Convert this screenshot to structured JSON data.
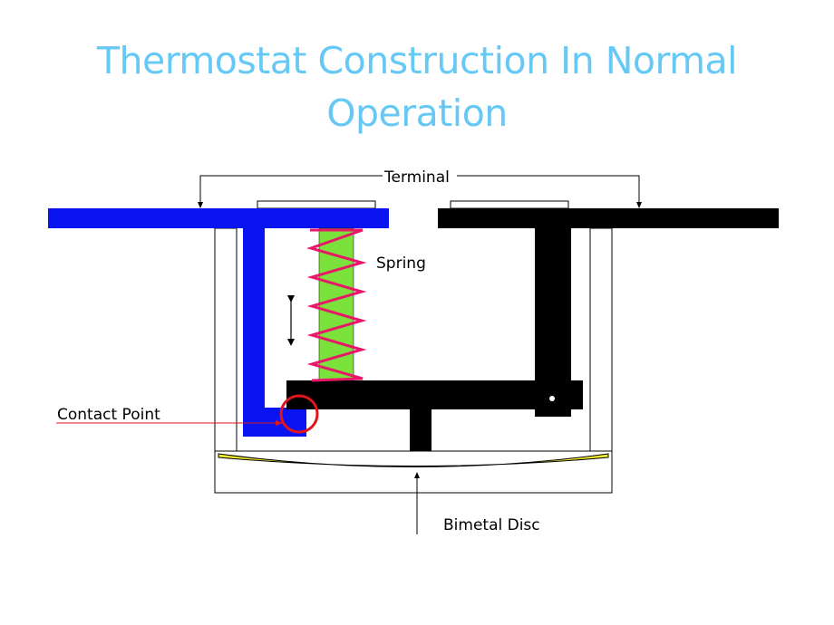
{
  "slide": {
    "title_line1": "Thermostat Construction In Normal",
    "title_line2": "Operation"
  },
  "labels": {
    "terminal": "Terminal",
    "spring": "Spring",
    "contact_point": "Contact Point",
    "bimetal_disc": "Bimetal Disc"
  },
  "colors": {
    "title": "#66c8f5",
    "left_terminal": "#0a14f0",
    "right_terminal": "#000000",
    "spring_core": "#7ae23a",
    "spring_coil": "#e8176a",
    "contact_circle": "#e0161c",
    "contact_pointer": "#e0161c",
    "bimetal_disc": "#f0ea2a"
  }
}
